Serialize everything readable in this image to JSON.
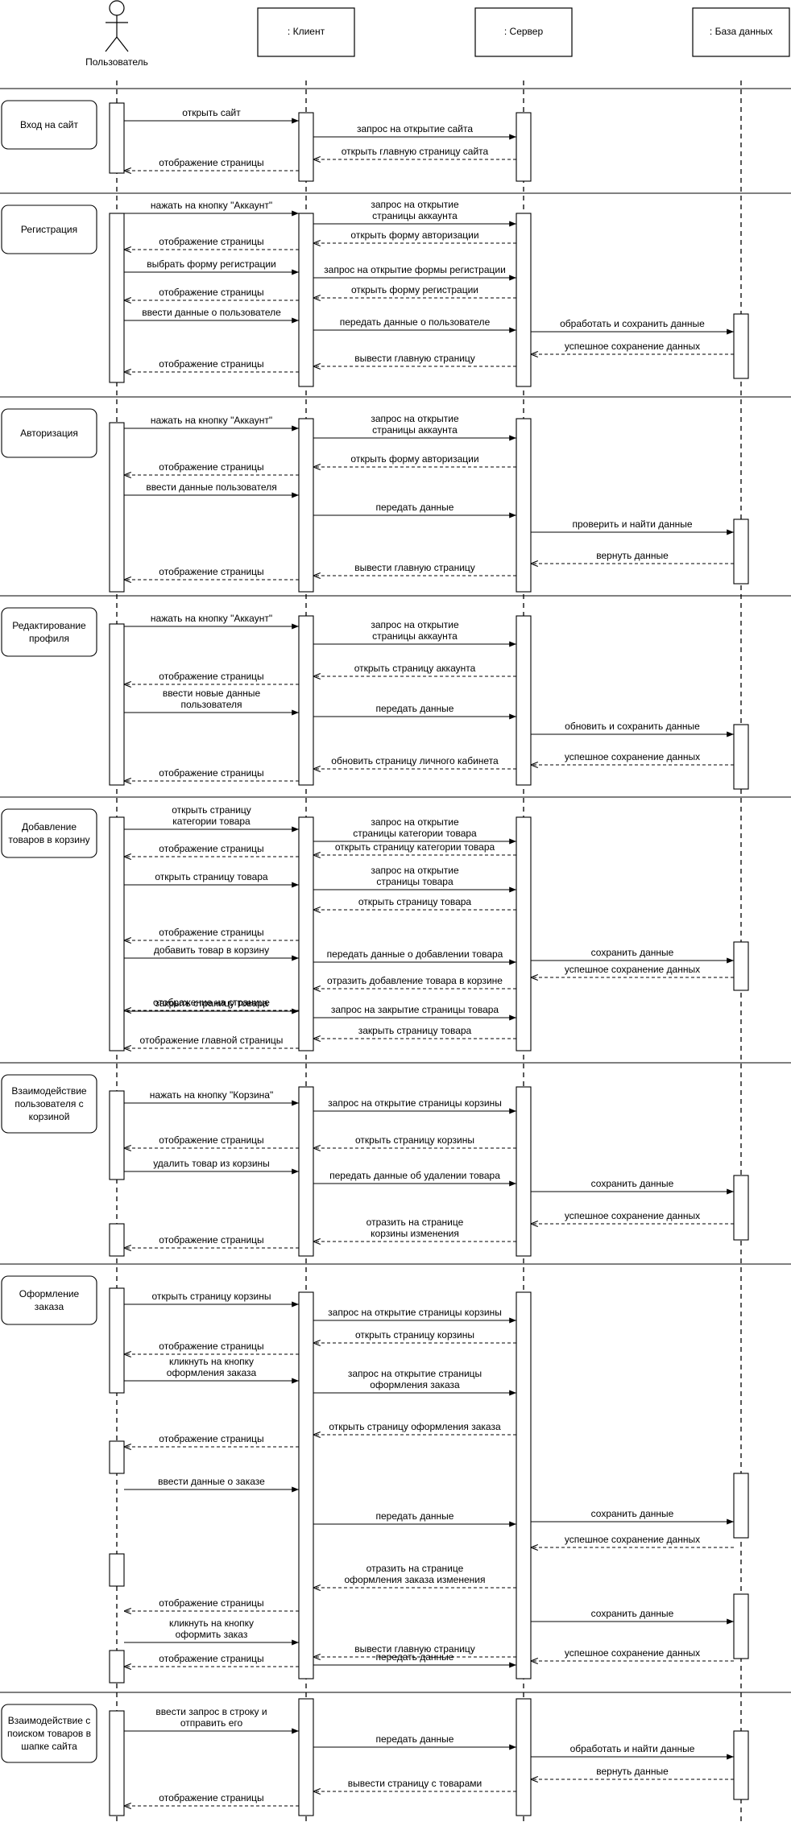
{
  "participants": [
    {
      "id": "user",
      "label": "Пользователь",
      "kind": "actor"
    },
    {
      "id": "client",
      "label": ": Клиент",
      "kind": "box"
    },
    {
      "id": "server",
      "label": ": Сервер",
      "kind": "box"
    },
    {
      "id": "db",
      "label": ": База данных",
      "kind": "box"
    }
  ],
  "fragments": [
    {
      "label": "Вход на сайт",
      "messages": [
        {
          "from": "user",
          "to": "client",
          "type": "sync",
          "lines": [
            "открыть сайт"
          ]
        },
        {
          "from": "client",
          "to": "server",
          "type": "sync",
          "lines": [
            "запрос на открытие сайта"
          ]
        },
        {
          "from": "server",
          "to": "client",
          "type": "reply",
          "lines": [
            "открыть главную страницу сайта"
          ]
        },
        {
          "from": "client",
          "to": "user",
          "type": "reply",
          "lines": [
            "отображение страницы"
          ]
        }
      ]
    },
    {
      "label": "Регистрация",
      "messages": [
        {
          "from": "user",
          "to": "client",
          "type": "sync",
          "lines": [
            "нажать на кнопку \"Аккаунт\""
          ]
        },
        {
          "from": "client",
          "to": "server",
          "type": "sync",
          "lines": [
            "запрос на открытие",
            "страницы аккаунта"
          ]
        },
        {
          "from": "server",
          "to": "client",
          "type": "reply",
          "lines": [
            "открыть форму авторизации"
          ]
        },
        {
          "from": "client",
          "to": "user",
          "type": "reply",
          "lines": [
            "отображение страницы"
          ]
        },
        {
          "from": "user",
          "to": "client",
          "type": "sync",
          "lines": [
            "выбрать форму регистрации"
          ]
        },
        {
          "from": "client",
          "to": "server",
          "type": "sync",
          "lines": [
            "запрос на открытие формы регистрации"
          ]
        },
        {
          "from": "server",
          "to": "client",
          "type": "reply",
          "lines": [
            "открыть форму регистрации"
          ]
        },
        {
          "from": "client",
          "to": "user",
          "type": "reply",
          "lines": [
            "отображение страницы"
          ]
        },
        {
          "from": "user",
          "to": "client",
          "type": "sync",
          "lines": [
            "ввести данные о пользователе"
          ]
        },
        {
          "from": "client",
          "to": "server",
          "type": "sync",
          "lines": [
            "передать данные о пользователе"
          ]
        },
        {
          "from": "server",
          "to": "db",
          "type": "sync",
          "lines": [
            "обработать и сохранить данные"
          ]
        },
        {
          "from": "db",
          "to": "server",
          "type": "reply",
          "lines": [
            "успешное сохранение данных"
          ]
        },
        {
          "from": "server",
          "to": "client",
          "type": "reply",
          "lines": [
            "вывести главную страницу"
          ]
        },
        {
          "from": "client",
          "to": "user",
          "type": "reply",
          "lines": [
            "отображение страницы"
          ]
        }
      ]
    },
    {
      "label": "Авторизация",
      "messages": [
        {
          "from": "user",
          "to": "client",
          "type": "sync",
          "lines": [
            "нажать на кнопку \"Аккаунт\""
          ]
        },
        {
          "from": "client",
          "to": "server",
          "type": "sync",
          "lines": [
            "запрос на открытие",
            "страницы аккаунта"
          ]
        },
        {
          "from": "server",
          "to": "client",
          "type": "reply",
          "lines": [
            "открыть форму авторизации"
          ]
        },
        {
          "from": "client",
          "to": "user",
          "type": "reply",
          "lines": [
            "отображение страницы"
          ]
        },
        {
          "from": "user",
          "to": "client",
          "type": "sync",
          "lines": [
            "ввести данные пользователя"
          ]
        },
        {
          "from": "client",
          "to": "server",
          "type": "sync",
          "lines": [
            "передать данные"
          ]
        },
        {
          "from": "server",
          "to": "db",
          "type": "sync",
          "lines": [
            "проверить и найти данные"
          ]
        },
        {
          "from": "db",
          "to": "server",
          "type": "reply",
          "lines": [
            "вернуть данные"
          ]
        },
        {
          "from": "server",
          "to": "client",
          "type": "reply",
          "lines": [
            "вывести главную страницу"
          ]
        },
        {
          "from": "client",
          "to": "user",
          "type": "reply",
          "lines": [
            "отображение страницы"
          ]
        }
      ]
    },
    {
      "label": "Редактирование\nпрофиля",
      "messages": [
        {
          "from": "user",
          "to": "client",
          "type": "sync",
          "lines": [
            "нажать на кнопку \"Аккаунт\""
          ]
        },
        {
          "from": "client",
          "to": "server",
          "type": "sync",
          "lines": [
            "запрос на открытие",
            "страницы аккаунта"
          ]
        },
        {
          "from": "server",
          "to": "client",
          "type": "reply",
          "lines": [
            "открыть страницу аккаунта"
          ]
        },
        {
          "from": "client",
          "to": "user",
          "type": "reply",
          "lines": [
            "отображение страницы"
          ]
        },
        {
          "from": "user",
          "to": "client",
          "type": "sync",
          "lines": [
            "ввести новые данные",
            "пользователя"
          ]
        },
        {
          "from": "client",
          "to": "server",
          "type": "sync",
          "lines": [
            "передать данные"
          ]
        },
        {
          "from": "server",
          "to": "db",
          "type": "sync",
          "lines": [
            "обновить и сохранить данные"
          ]
        },
        {
          "from": "db",
          "to": "server",
          "type": "reply",
          "lines": [
            "успешное сохранение данных"
          ]
        },
        {
          "from": "server",
          "to": "client",
          "type": "reply",
          "lines": [
            "обновить страницу  личного кабинета"
          ]
        },
        {
          "from": "client",
          "to": "user",
          "type": "reply",
          "lines": [
            "отображение страницы"
          ]
        }
      ]
    },
    {
      "label": "Добавление\nтоваров в корзину",
      "messages": [
        {
          "from": "user",
          "to": "client",
          "type": "sync",
          "lines": [
            "открыть страницу",
            "категории товара"
          ]
        },
        {
          "from": "client",
          "to": "server",
          "type": "sync",
          "lines": [
            "запрос на открытие",
            "страницы категории товара"
          ]
        },
        {
          "from": "server",
          "to": "client",
          "type": "reply",
          "lines": [
            "открыть страницу категории товара"
          ]
        },
        {
          "from": "client",
          "to": "user",
          "type": "reply",
          "lines": [
            "отображение страницы"
          ]
        },
        {
          "from": "user",
          "to": "client",
          "type": "sync",
          "lines": [
            "открыть страницу товара"
          ]
        },
        {
          "from": "client",
          "to": "server",
          "type": "sync",
          "lines": [
            "запрос на открытие",
            "страницы товара"
          ]
        },
        {
          "from": "server",
          "to": "client",
          "type": "reply",
          "lines": [
            "открыть страницу товара"
          ]
        },
        {
          "from": "client",
          "to": "user",
          "type": "reply",
          "lines": [
            "отображение страницы"
          ]
        },
        {
          "from": "user",
          "to": "client",
          "type": "sync",
          "lines": [
            "добавить товар в корзину"
          ]
        },
        {
          "from": "client",
          "to": "server",
          "type": "sync",
          "lines": [
            "передать данные о добавлении товара"
          ]
        },
        {
          "from": "server",
          "to": "db",
          "type": "sync",
          "lines": [
            "сохранить данные"
          ]
        },
        {
          "from": "db",
          "to": "server",
          "type": "reply",
          "lines": [
            "успешное сохранение данных"
          ]
        },
        {
          "from": "server",
          "to": "client",
          "type": "reply",
          "lines": [
            "отразить добавление товара в корзине"
          ]
        },
        {
          "from": "client",
          "to": "user",
          "type": "reply",
          "lines": [
            "отображение на странице"
          ]
        },
        {
          "from": "user",
          "to": "client",
          "type": "sync",
          "lines": [
            "закрыть страницу товара"
          ]
        },
        {
          "from": "client",
          "to": "server",
          "type": "sync",
          "lines": [
            "запрос на закрытие страницы товара"
          ]
        },
        {
          "from": "server",
          "to": "client",
          "type": "reply",
          "lines": [
            "закрыть страницу товара"
          ]
        },
        {
          "from": "client",
          "to": "user",
          "type": "reply",
          "lines": [
            "отображение главной страницы"
          ]
        }
      ]
    },
    {
      "label": "Взаимодействие\nпользователя с\nкорзиной",
      "messages": [
        {
          "from": "user",
          "to": "client",
          "type": "sync",
          "lines": [
            "нажать на кнопку \"Корзина\""
          ]
        },
        {
          "from": "client",
          "to": "server",
          "type": "sync",
          "lines": [
            "запрос на открытие страницы корзины"
          ]
        },
        {
          "from": "server",
          "to": "client",
          "type": "reply",
          "lines": [
            "открыть страницу корзины"
          ]
        },
        {
          "from": "client",
          "to": "user",
          "type": "reply",
          "lines": [
            "отображение страницы"
          ]
        },
        {
          "from": "user",
          "to": "client",
          "type": "sync",
          "lines": [
            "удалить товар из корзины"
          ]
        },
        {
          "from": "client",
          "to": "server",
          "type": "sync",
          "lines": [
            "передать данные об удалении товара"
          ]
        },
        {
          "from": "server",
          "to": "db",
          "type": "sync",
          "lines": [
            "сохранить данные"
          ]
        },
        {
          "from": "db",
          "to": "server",
          "type": "reply",
          "lines": [
            "успешное сохранение данных"
          ]
        },
        {
          "from": "server",
          "to": "client",
          "type": "reply",
          "lines": [
            "отразить на странице",
            "корзины изменения"
          ]
        },
        {
          "from": "client",
          "to": "user",
          "type": "reply",
          "lines": [
            "отображение страницы"
          ]
        }
      ]
    },
    {
      "label": "Оформление\nзаказа",
      "messages": [
        {
          "from": "user",
          "to": "client",
          "type": "sync",
          "lines": [
            "открыть страницу корзины"
          ]
        },
        {
          "from": "client",
          "to": "server",
          "type": "sync",
          "lines": [
            "запрос на открытие страницы корзины"
          ]
        },
        {
          "from": "server",
          "to": "client",
          "type": "reply",
          "lines": [
            "открыть страницу корзины"
          ]
        },
        {
          "from": "client",
          "to": "user",
          "type": "reply",
          "lines": [
            "отображение страницы"
          ]
        },
        {
          "from": "user",
          "to": "client",
          "type": "sync",
          "lines": [
            "кликнуть на кнопку",
            "оформления заказа"
          ]
        },
        {
          "from": "client",
          "to": "server",
          "type": "sync",
          "lines": [
            "запрос на открытие страницы",
            "оформления заказа"
          ]
        },
        {
          "from": "server",
          "to": "client",
          "type": "reply",
          "lines": [
            "открыть страницу оформления заказа"
          ]
        },
        {
          "from": "client",
          "to": "user",
          "type": "reply",
          "lines": [
            "отображение страницы"
          ]
        },
        {
          "from": "user",
          "to": "client",
          "type": "sync",
          "lines": [
            "ввести данные о заказе"
          ]
        },
        {
          "from": "client",
          "to": "server",
          "type": "sync",
          "lines": [
            "передать данные"
          ]
        },
        {
          "from": "server",
          "to": "db",
          "type": "sync",
          "lines": [
            "сохранить данные"
          ]
        },
        {
          "from": "db",
          "to": "server",
          "type": "reply",
          "lines": [
            "успешное сохранение данных"
          ]
        },
        {
          "from": "server",
          "to": "client",
          "type": "reply",
          "lines": [
            "отразить на странице",
            "оформления заказа изменения"
          ]
        },
        {
          "from": "client",
          "to": "user",
          "type": "reply",
          "lines": [
            "отображение страницы"
          ]
        },
        {
          "from": "user",
          "to": "client",
          "type": "sync",
          "lines": [
            "кликнуть на кнопку",
            "оформить заказ"
          ]
        },
        {
          "from": "client",
          "to": "server",
          "type": "sync",
          "lines": [
            "передать данные"
          ]
        },
        {
          "from": "server",
          "to": "db",
          "type": "sync",
          "lines": [
            "сохранить данные"
          ]
        },
        {
          "from": "db",
          "to": "server",
          "type": "reply",
          "lines": [
            "успешное сохранение данных"
          ]
        },
        {
          "from": "server",
          "to": "client",
          "type": "reply",
          "lines": [
            "вывести главную страницу"
          ]
        },
        {
          "from": "client",
          "to": "user",
          "type": "reply",
          "lines": [
            "отображение страницы"
          ]
        }
      ]
    },
    {
      "label": "Взаимодействие с\nпоиском товаров в\nшапке сайта",
      "messages": [
        {
          "from": "user",
          "to": "client",
          "type": "sync",
          "lines": [
            "ввести запрос в строку и",
            "отправить его"
          ]
        },
        {
          "from": "client",
          "to": "server",
          "type": "sync",
          "lines": [
            "передать данные"
          ]
        },
        {
          "from": "server",
          "to": "db",
          "type": "sync",
          "lines": [
            "обработать и найти данные"
          ]
        },
        {
          "from": "db",
          "to": "server",
          "type": "reply",
          "lines": [
            "вернуть данные"
          ]
        },
        {
          "from": "server",
          "to": "client",
          "type": "reply",
          "lines": [
            "вывести страницу с товарами"
          ]
        },
        {
          "from": "client",
          "to": "user",
          "type": "reply",
          "lines": [
            "отображение страницы"
          ]
        }
      ]
    }
  ]
}
